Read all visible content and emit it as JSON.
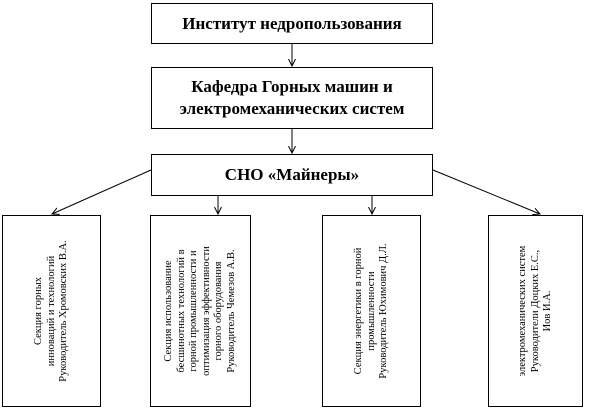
{
  "institute": "Институт недропользования",
  "department": {
    "line1": "Кафедра Горных машин и",
    "line2": "электромеханических систем"
  },
  "sno": "СНО «Майнеры»",
  "sections": [
    {
      "lines": [
        "Секция горных",
        "инноваций и технологий",
        "Руководитель Хромовских В.А."
      ]
    },
    {
      "lines": [
        "Секция использование",
        "бесшинотных технологий в",
        "горной промышленности и",
        "оптимизация эффективности",
        "горного оборудования",
        "Руководитель Чемезов А.В."
      ]
    },
    {
      "lines": [
        "Секция энергетики в горной",
        "промышленности",
        "Руководитель Юхимович Д.Л."
      ]
    },
    {
      "lines": [
        "электромеханических систем",
        "Руководители Доцких Е.С.,",
        "Иов И.А."
      ]
    }
  ]
}
